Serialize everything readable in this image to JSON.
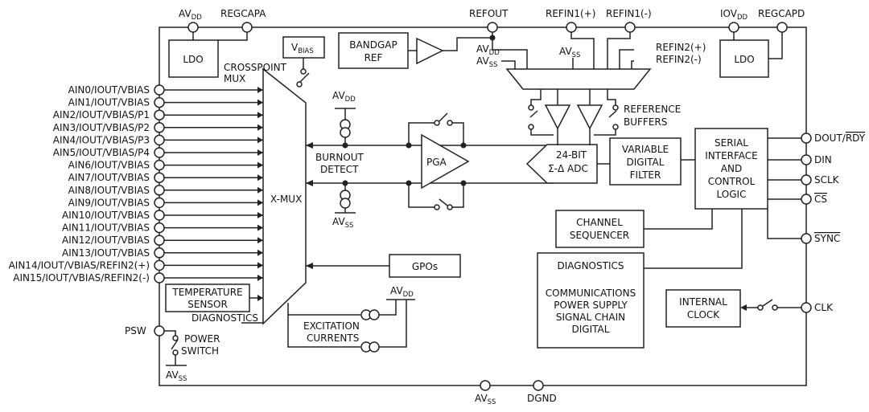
{
  "left_inputs": [
    "AIN0/IOUT/VBIAS",
    "AIN1/IOUT/VBIAS",
    "AIN2/IOUT/VBIAS/P1",
    "AIN3/IOUT/VBIAS/P2",
    "AIN4/IOUT/VBIAS/P3",
    "AIN5/IOUT/VBIAS/P4",
    "AIN6/IOUT/VBIAS",
    "AIN7/IOUT/VBIAS",
    "AIN8/IOUT/VBIAS",
    "AIN9/IOUT/VBIAS",
    "AIN10/IOUT/VBIAS",
    "AIN11/IOUT/VBIAS",
    "AIN12/IOUT/VBIAS",
    "AIN13/IOUT/VBIAS",
    "AIN14/IOUT/VBIAS/REFIN2(+)",
    "AIN15/IOUT/VBIAS/REFIN2(-)"
  ],
  "top_pins": {
    "avdd": {
      "main": "AV",
      "sub": "DD"
    },
    "regcapa": "REGCAPA",
    "refout": "REFOUT",
    "refin1p": "REFIN1(+)",
    "refin1m": "REFIN1(-)",
    "iovdd": {
      "main": "IOV",
      "sub": "DD"
    },
    "regcapd": "REGCAPD"
  },
  "right_pins": {
    "dout": "DOUT/",
    "rdy": "RDY",
    "din": "DIN",
    "sclk": "SCLK",
    "cs": "CS",
    "sync": "SYNC",
    "clk": "CLK"
  },
  "bottom_pins": {
    "avss": {
      "main": "AV",
      "sub": "SS"
    },
    "dgnd": "DGND"
  },
  "blocks": {
    "ldo_a": "LDO",
    "ldo_d": "LDO",
    "vbias": {
      "main": "V",
      "sub": "BIAS"
    },
    "crosspoint": [
      "CROSSPOINT",
      "MUX"
    ],
    "bandgap": [
      "BANDGAP",
      "REF"
    ],
    "xmux": "X-MUX",
    "burnout": [
      "BURNOUT",
      "DETECT"
    ],
    "pga": "PGA",
    "adc": [
      "24-BIT",
      "Σ-Δ ADC"
    ],
    "filter": [
      "VARIABLE",
      "DIGITAL",
      "FILTER"
    ],
    "serial": [
      "SERIAL",
      "INTERFACE",
      "AND",
      "CONTROL",
      "LOGIC"
    ],
    "sequencer": [
      "CHANNEL",
      "SEQUENCER"
    ],
    "gpos": "GPOs",
    "diag_box": [
      "DIAGNOSTICS",
      "",
      "COMMUNICATIONS",
      "POWER SUPPLY",
      "SIGNAL CHAIN",
      "DIGITAL"
    ],
    "temp": [
      "TEMPERATURE",
      "SENSOR"
    ],
    "diag_label": "DIAGNOSTICS",
    "excitation": [
      "EXCITATION",
      "CURRENTS"
    ],
    "ref_buffers": [
      "REFERENCE",
      "BUFFERS"
    ],
    "internal_clock": [
      "INTERNAL",
      "CLOCK"
    ],
    "power_switch": [
      "POWER",
      "SWITCH"
    ],
    "psw": "PSW",
    "refin2p": "REFIN2(+)",
    "refin2m": "REFIN2(-)"
  },
  "supply": {
    "av": "AV",
    "dd": "DD",
    "ss": "SS"
  }
}
